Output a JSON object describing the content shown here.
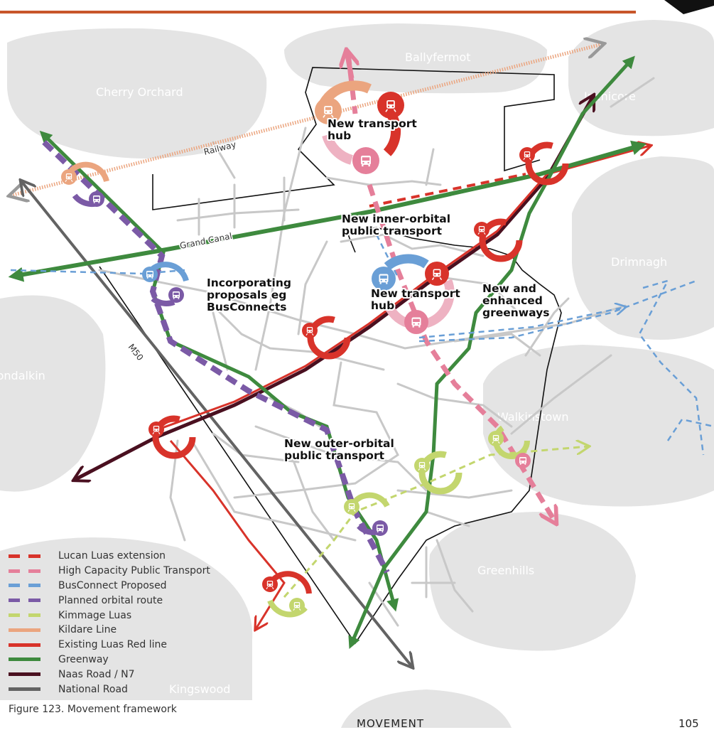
{
  "places": {
    "cherry_orchard": "Cherry Orchard",
    "ballyfermot": "Ballyfermot",
    "inchicore": "Inchicore",
    "drimnagh": "Drimnagh",
    "clondalkin": "Clondalkin",
    "walkinstown": "Walkinstown",
    "greenhills": "Greenhills",
    "kingswood": "Kingswood"
  },
  "map_labels": {
    "railway": "Railway",
    "grand_canal": "Grand Canal",
    "m50": "M50"
  },
  "annotations": {
    "hub_north": [
      "New transport",
      "hub"
    ],
    "inner_orbital": [
      "New inner-orbital",
      "public transport"
    ],
    "busconnects": [
      "Incorporating",
      "proposals eg",
      "BusConnects"
    ],
    "hub_central": [
      "New transport",
      "hub"
    ],
    "greenways": [
      "New and",
      "enhanced",
      "greenways"
    ],
    "outer_orbital": [
      "New outer-orbital",
      "public transport"
    ]
  },
  "legend": [
    {
      "label": "Lucan Luas extension",
      "color": "#d8332a",
      "style": "dashed"
    },
    {
      "label": "High Capacity Public Transport",
      "color": "#e57f9a",
      "style": "dashed"
    },
    {
      "label": "BusConnect Proposed",
      "color": "#6a9fd6",
      "style": "dashed"
    },
    {
      "label": "Planned orbital route",
      "color": "#7b5aa6",
      "style": "dashed"
    },
    {
      "label": "Kimmage Luas",
      "color": "#c3d66e",
      "style": "dashed"
    },
    {
      "label": "Kildare Line",
      "color": "#eba57f",
      "style": "solid"
    },
    {
      "label": "Existing Luas Red line",
      "color": "#d8332a",
      "style": "solid"
    },
    {
      "label": "Greenway",
      "color": "#3e8a3e",
      "style": "solid"
    },
    {
      "label": "Naas Road / N7",
      "color": "#4a1020",
      "style": "solid"
    },
    {
      "label": "National Road",
      "color": "#636363",
      "style": "solid"
    }
  ],
  "caption": "Figure 123.  Movement framework",
  "footer": {
    "section": "MOVEMENT",
    "page": "105"
  },
  "colors": {
    "rule": "#c8562a",
    "blob": "#e4e4e4",
    "road": "#c8c8c8"
  }
}
